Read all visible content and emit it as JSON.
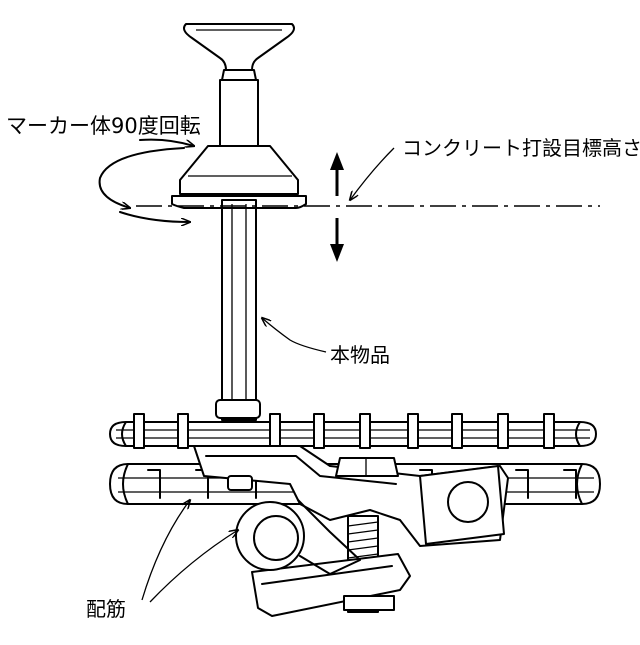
{
  "labels": {
    "rotation": "マーカー体90度回転",
    "target_height": "コンクリート打設目標高さ",
    "product": "本物品",
    "rebar": "配筋"
  }
}
